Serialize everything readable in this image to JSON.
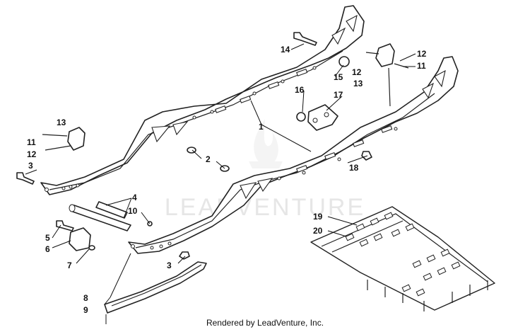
{
  "watermark": "LEADVENTURE",
  "credit": "Rendered by LeadVenture, Inc.",
  "callouts": [
    "1",
    "2",
    "3",
    "3",
    "4",
    "5",
    "6",
    "7",
    "8",
    "9",
    "10",
    "11",
    "11",
    "12",
    "12",
    "12",
    "13",
    "13",
    "14",
    "15",
    "16",
    "17",
    "18",
    "19",
    "20"
  ]
}
